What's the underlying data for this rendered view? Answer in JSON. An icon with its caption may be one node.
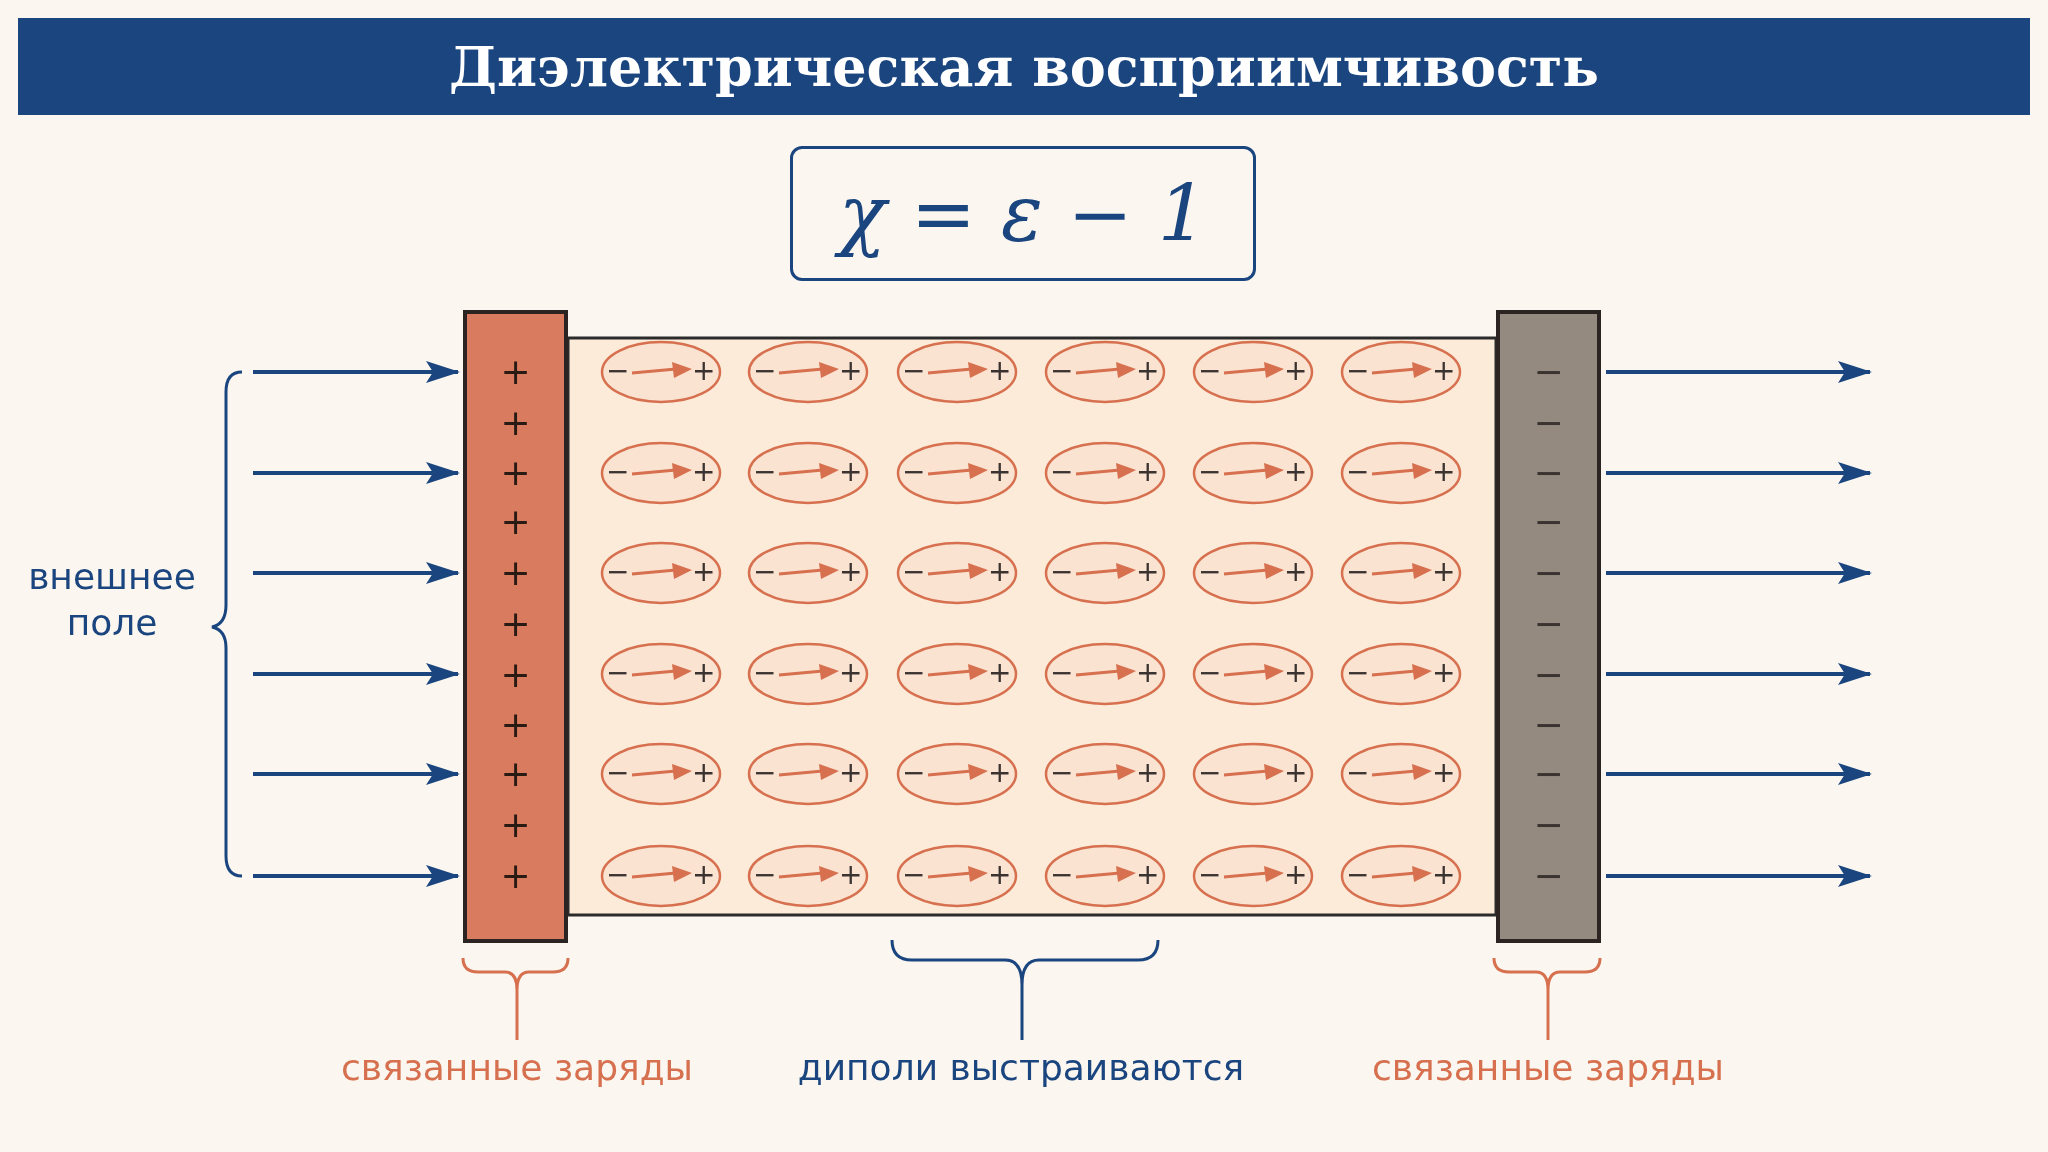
{
  "diagram": {
    "title": "Диэлектрическая восприимчивость",
    "nodes": [
      {
        "text": [
          "χ = ε − 1"
        ]
      },
      {
        "text": [
          "+",
          "+",
          "+",
          "+",
          "+",
          "+",
          "+",
          "+",
          "+",
          "+",
          "+"
        ]
      },
      {
        "text": [
          "−",
          "+"
        ]
      },
      {
        "text": [
          "−",
          "+"
        ]
      },
      {
        "text": [
          "−",
          "+"
        ]
      },
      {
        "text": [
          "−",
          "+"
        ]
      },
      {
        "text": [
          "−",
          "+"
        ]
      },
      {
        "text": [
          "−",
          "+"
        ]
      },
      {
        "text": [
          "−",
          "+"
        ]
      },
      {
        "text": [
          "−",
          "+"
        ]
      },
      {
        "text": [
          "−",
          "+"
        ]
      },
      {
        "text": [
          "−",
          "+"
        ]
      },
      {
        "text": [
          "−",
          "+"
        ]
      },
      {
        "text": [
          "−",
          "+"
        ]
      },
      {
        "text": [
          "−",
          "+"
        ]
      },
      {
        "text": [
          "−",
          "+"
        ]
      },
      {
        "text": [
          "−",
          "+"
        ]
      },
      {
        "text": [
          "−",
          "+"
        ]
      },
      {
        "text": [
          "−",
          "+"
        ]
      },
      {
        "text": [
          "−",
          "+"
        ]
      },
      {
        "text": [
          "−",
          "+"
        ]
      },
      {
        "text": [
          "−",
          "+"
        ]
      },
      {
        "text": [
          "−",
          "+"
        ]
      },
      {
        "text": [
          "−",
          "+"
        ]
      },
      {
        "text": [
          "−",
          "+"
        ]
      },
      {
        "text": [
          "−",
          "+"
        ]
      },
      {
        "text": [
          "−",
          "+"
        ]
      },
      {
        "text": [
          "−",
          "+"
        ]
      },
      {
        "text": [
          "−",
          "+"
        ]
      },
      {
        "text": [
          "−",
          "+"
        ]
      },
      {
        "text": [
          "−",
          "+"
        ]
      },
      {
        "text": [
          "−",
          "+"
        ]
      },
      {
        "text": [
          "−",
          "+"
        ]
      },
      {
        "text": [
          "−",
          "+"
        ]
      },
      {
        "text": [
          "−",
          "+"
        ]
      },
      {
        "text": [
          "−",
          "+"
        ]
      },
      {
        "text": [
          "−",
          "+"
        ]
      },
      {
        "text": [
          "−",
          "+"
        ]
      },
      {
        "text": [
          "−",
          "−",
          "−",
          "−",
          "−",
          "−",
          "−",
          "−",
          "−",
          "−",
          "−"
        ]
      }
    ],
    "edges": [],
    "labels": [
      "внешнее поле",
      "связанные заряды",
      "диполи выстраиваются",
      "связанные заряды"
    ]
  }
}
